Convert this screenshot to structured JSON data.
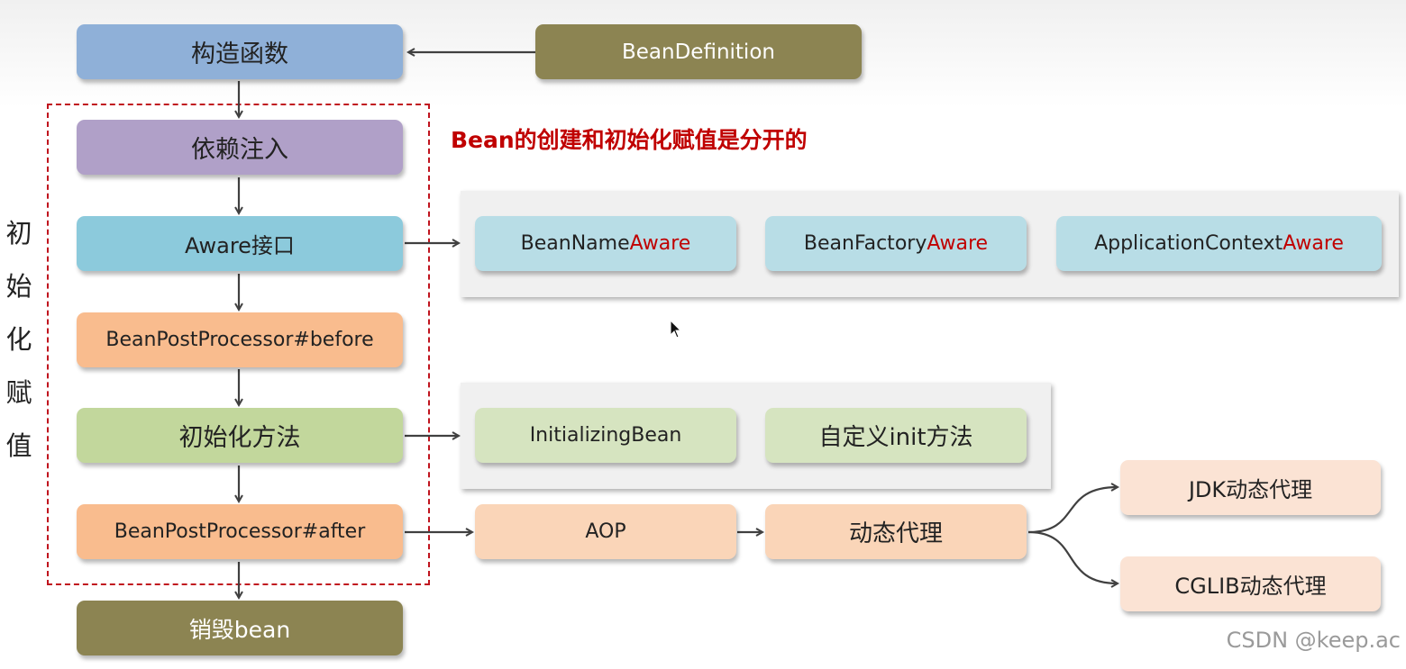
{
  "heading": "Bean的创建和初始化赋值是分开的",
  "side_label": [
    "初",
    "始",
    "化",
    "赋",
    "值"
  ],
  "main_flow": {
    "constructor": "构造函数",
    "bean_definition": "BeanDefinition",
    "dependency_injection": "依赖注入",
    "aware_interface": "Aware接口",
    "post_processor_before": "BeanPostProcessor#before",
    "init_method": "初始化方法",
    "post_processor_after": "BeanPostProcessor#after",
    "destroy": "销毁bean"
  },
  "aware_items": [
    {
      "prefix": "BeanName",
      "suffix": "Aware"
    },
    {
      "prefix": "BeanFactory",
      "suffix": "Aware"
    },
    {
      "prefix": "ApplicationContext",
      "suffix": "Aware"
    }
  ],
  "init_items": [
    "InitializingBean",
    "自定义init方法"
  ],
  "aop": {
    "aop": "AOP",
    "dynamic_proxy": "动态代理",
    "jdk_proxy": "JDK动态代理",
    "cglib_proxy": "CGLIB动态代理"
  },
  "watermark": "CSDN @keep.ac",
  "colors": {
    "constructor": "#8fb0d8",
    "bean_definition": "#8c8452",
    "dependency_injection": "#b0a0c8",
    "aware": "#8ccadc",
    "aware_item": "#b8dde6",
    "post_processor": "#f9bc8e",
    "init": "#c2d79c",
    "init_item": "#d6e4c0",
    "aop_item": "#fad5b8",
    "proxy_item": "#fbe3d4",
    "destroy": "#8c8452",
    "accent_red": "#c00000",
    "arrow": "#404040"
  }
}
